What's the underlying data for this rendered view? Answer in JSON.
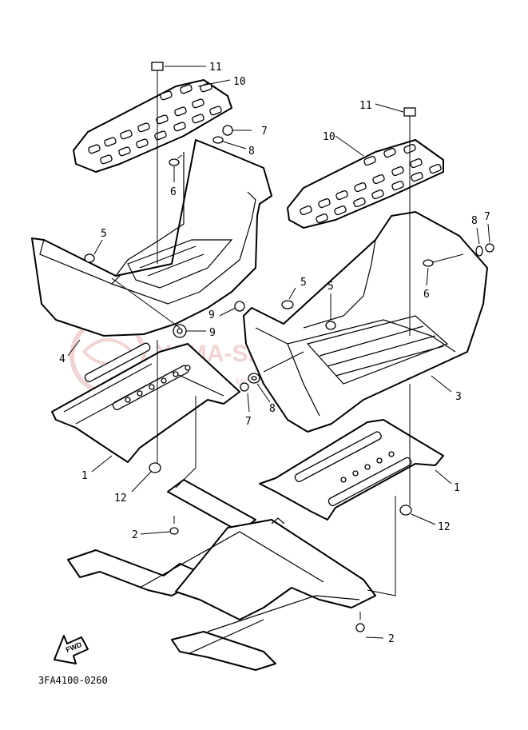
{
  "diagram": {
    "code": "3FA4100-0260",
    "fwd_label": "FWD",
    "watermark_main": "YAMA-SHOP.PL",
    "watermark_sub": "MOTOCYKLOWICZ  PARTS  YAMAHA",
    "callouts": [
      {
        "id": "c11a",
        "text": "11"
      },
      {
        "id": "c10a",
        "text": "10"
      },
      {
        "id": "c7a",
        "text": "7"
      },
      {
        "id": "c8a",
        "text": "8"
      },
      {
        "id": "c6a",
        "text": "6"
      },
      {
        "id": "c5a",
        "text": "5"
      },
      {
        "id": "c9a",
        "text": "9"
      },
      {
        "id": "c9b",
        "text": "9"
      },
      {
        "id": "c4",
        "text": "4"
      },
      {
        "id": "c1a",
        "text": "1"
      },
      {
        "id": "c12a",
        "text": "12"
      },
      {
        "id": "c2a",
        "text": "2"
      },
      {
        "id": "c11b",
        "text": "11"
      },
      {
        "id": "c10b",
        "text": "10"
      },
      {
        "id": "c8b",
        "text": "8"
      },
      {
        "id": "c7b",
        "text": "7"
      },
      {
        "id": "c6b",
        "text": "6"
      },
      {
        "id": "c5b",
        "text": "5"
      },
      {
        "id": "c5c",
        "text": "5"
      },
      {
        "id": "c7c",
        "text": "7"
      },
      {
        "id": "c8c",
        "text": "8"
      },
      {
        "id": "c3",
        "text": "3"
      },
      {
        "id": "c1b",
        "text": "1"
      },
      {
        "id": "c12b",
        "text": "12"
      },
      {
        "id": "c2b",
        "text": "2"
      }
    ]
  }
}
